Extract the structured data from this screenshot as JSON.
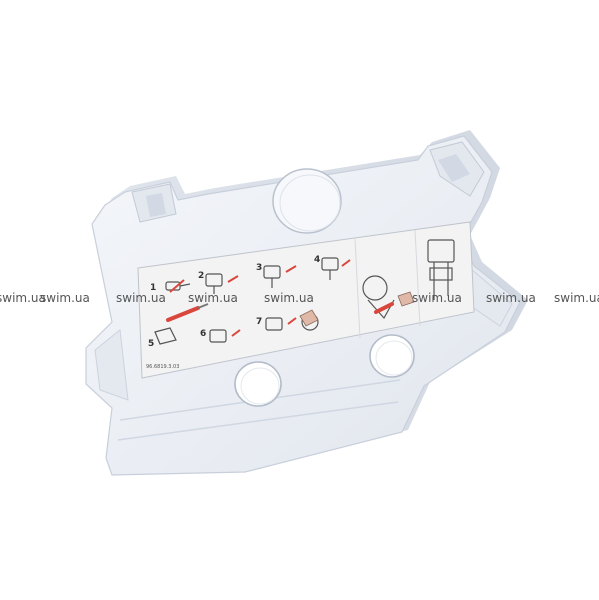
{
  "watermark": {
    "text": "swim.ua",
    "color": "#555555",
    "count": 8
  },
  "label": {
    "steps": [
      "1",
      "2",
      "3",
      "4",
      "5",
      "6",
      "7"
    ],
    "code": "96.6819.3.03"
  },
  "icons": [
    "tool-illustration",
    "valve-illustration",
    "hand-illustration",
    "screwdriver-illustration"
  ],
  "colors": {
    "plate": "#eef1f6",
    "plate_edge": "#cdd4df",
    "accent": "#d9463c",
    "label_bg": "#f4f4f4"
  }
}
